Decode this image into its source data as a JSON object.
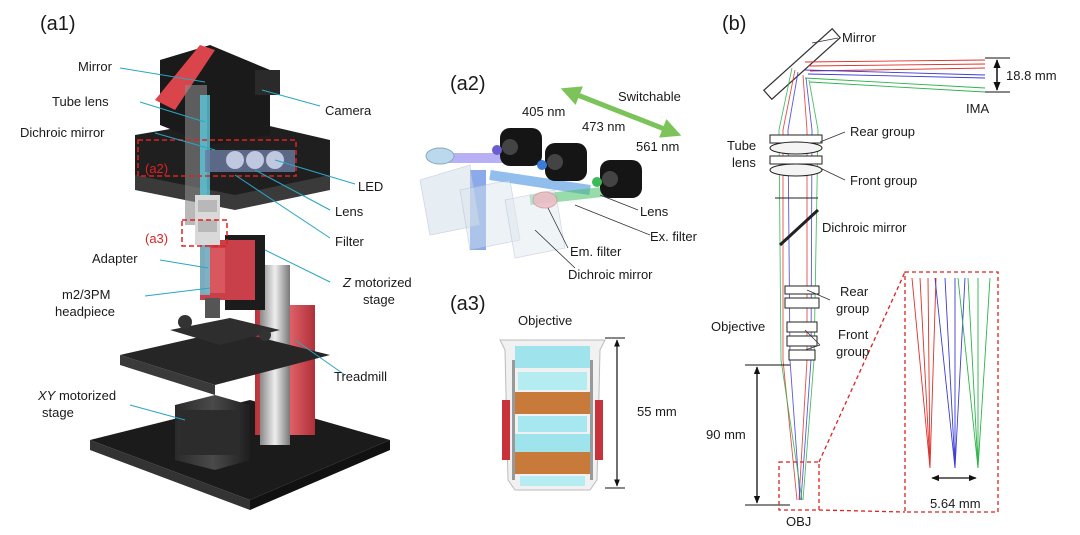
{
  "panels": {
    "a1": "(a1)",
    "a2": "(a2)",
    "a3": "(a3)",
    "b": "(b)"
  },
  "a1_labels": {
    "mirror": "Mirror",
    "tube_lens": "Tube lens",
    "dichroic": "Dichroic mirror",
    "camera": "Camera",
    "led": "LED",
    "lens": "Lens",
    "filter": "Filter",
    "adapter": "Adapter",
    "headpiece_1": "m2/3PM",
    "headpiece_2": "headpiece",
    "z_stage_1": "motorized",
    "z_stage_2": "stage",
    "z_prefix": "Z",
    "treadmill": "Treadmill",
    "xy_prefix": "XY",
    "xy_stage_1": "motorized",
    "xy_stage_2": "stage",
    "callout_a2": "(a2)",
    "callout_a3": "(a3)"
  },
  "a2_labels": {
    "switchable": "Switchable",
    "nm405": "405 nm",
    "nm473": "473 nm",
    "nm561": "561 nm",
    "lens": "Lens",
    "ex_filter": "Ex. filter",
    "em_filter": "Em. filter",
    "dichroic": "Dichroic mirror"
  },
  "a3_labels": {
    "objective": "Objective",
    "length": "55 mm"
  },
  "b_labels": {
    "mirror": "Mirror",
    "ima_size": "18.8 mm",
    "ima": "IMA",
    "tube_1": "Tube",
    "tube_2": "lens",
    "rear_group": "Rear group",
    "front_group": "Front group",
    "dichroic": "Dichroic mirror",
    "obj_rear_1": "Rear",
    "obj_rear_2": "group",
    "objective": "Objective",
    "obj_front_1": "Front",
    "obj_front_2": "group",
    "working": "90 mm",
    "obj": "OBJ",
    "zoom_size": "5.64 mm"
  },
  "colors": {
    "ray_red": "#e0302a",
    "ray_green": "#2db34a",
    "ray_blue": "#3b3bd8",
    "dashed_red": "#d22",
    "stage_red": "#d9454a"
  }
}
